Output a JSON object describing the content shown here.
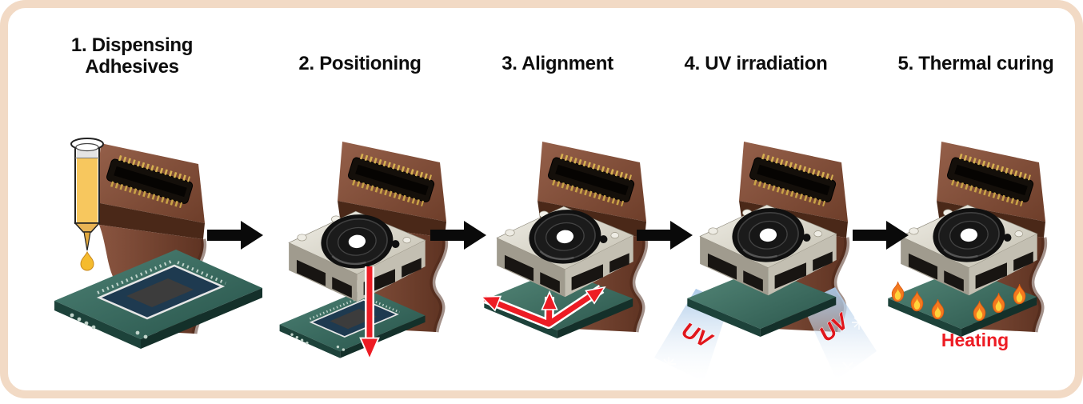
{
  "frame": {
    "border_color": "#f2dac5",
    "background": "#ffffff"
  },
  "steps": [
    {
      "name": "dispensing-adhesives",
      "title_line1": "1. Dispensing",
      "title_line2": "Adhesives"
    },
    {
      "name": "positioning",
      "title_line1": "2. Positioning"
    },
    {
      "name": "alignment",
      "title_line1": "3. Alignment"
    },
    {
      "name": "uv-irradiation",
      "title_line1": "4. UV irradiation"
    },
    {
      "name": "thermal-curing",
      "title_line1": "5. Thermal curing"
    }
  ],
  "labels": {
    "uv_left": "UV",
    "uv_right": "UV",
    "heating": "Heating"
  },
  "colors": {
    "flow_arrow_black": "#0a0a0a",
    "accent_red": "#ed1c24",
    "adhesive_yellow": "#f7c75e",
    "uv_beam_blue": "#a9c8e8",
    "pcb_green": "#3f7468",
    "pcb_inner_navy": "#1e3a50",
    "fpc_brown": "#7c4a33",
    "module_gray": "#d8d5ca",
    "flame_orange": "#f4791f",
    "flame_yellow": "#ffd43a"
  }
}
